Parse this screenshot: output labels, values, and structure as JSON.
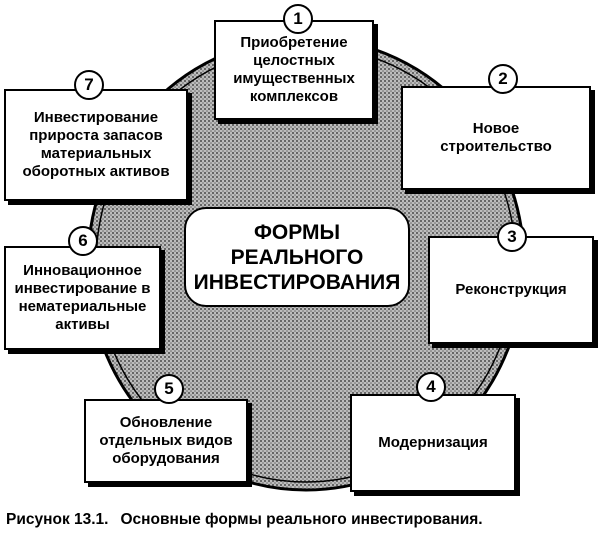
{
  "center": {
    "lines": [
      "ФОРМЫ",
      "РЕАЛЬНОГО",
      "ИНВЕСТИРОВАНИЯ"
    ]
  },
  "forms": [
    {
      "number": "1",
      "lines": [
        "Приобретение",
        "целостных",
        "имущественных",
        "комплексов"
      ]
    },
    {
      "number": "2",
      "lines": [
        "Новое",
        "строительство"
      ]
    },
    {
      "number": "3",
      "lines": [
        "Реконструкция"
      ]
    },
    {
      "number": "4",
      "lines": [
        "Модернизация"
      ]
    },
    {
      "number": "5",
      "lines": [
        "Обновление",
        "отдельных видов",
        "оборудования"
      ]
    },
    {
      "number": "6",
      "lines": [
        "Инновационное",
        "инвестирование в",
        "нематериальные",
        "активы"
      ]
    },
    {
      "number": "7",
      "lines": [
        "Инвестирование",
        "прироста запасов",
        "материальных",
        "оборотных активов"
      ]
    }
  ],
  "caption": {
    "label": "Рисунок 13.1.",
    "text": "Основные формы реального инвестирования."
  },
  "colors": {
    "ring_fill": "#8a8a8a",
    "ring_dark": "#3a3a3a",
    "ink": "#000000"
  }
}
